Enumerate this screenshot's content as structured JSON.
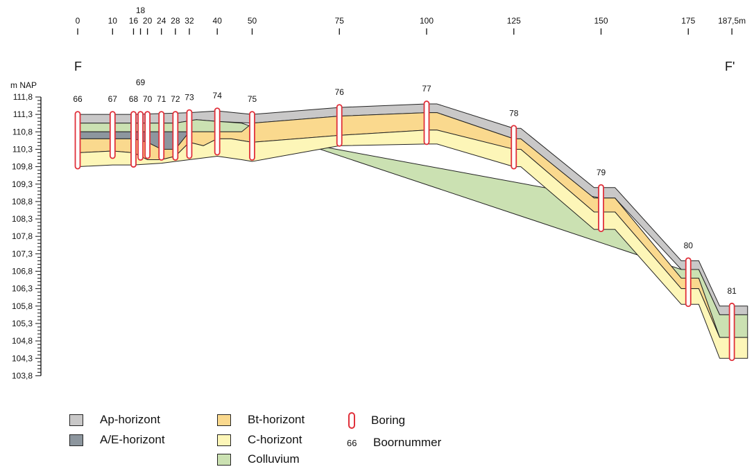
{
  "section": {
    "start_label": "F",
    "end_label": "F'",
    "y_axis_title": "m NAP"
  },
  "distance_ticks": [
    {
      "label": "0",
      "value": 0
    },
    {
      "label": "10",
      "value": 10
    },
    {
      "label": "16",
      "value": 16
    },
    {
      "label": "18",
      "value": 18
    },
    {
      "label": "20",
      "value": 20
    },
    {
      "label": "24",
      "value": 24
    },
    {
      "label": "28",
      "value": 28
    },
    {
      "label": "32",
      "value": 32
    },
    {
      "label": "40",
      "value": 40
    },
    {
      "label": "50",
      "value": 50
    },
    {
      "label": "75",
      "value": 75
    },
    {
      "label": "100",
      "value": 100
    },
    {
      "label": "125",
      "value": 125
    },
    {
      "label": "150",
      "value": 150
    },
    {
      "label": "175",
      "value": 175
    },
    {
      "label": "187,5m",
      "value": 187.5
    }
  ],
  "elevation_ticks": [
    "111,8",
    "111,3",
    "110,8",
    "110,3",
    "109,8",
    "109,3",
    "108,8",
    "108,3",
    "107,8",
    "107,3",
    "106,8",
    "106,3",
    "105,8",
    "105,3",
    "104,8",
    "104,3",
    "103,8"
  ],
  "elevation_range": [
    103.8,
    111.8
  ],
  "layers": [
    {
      "name": "Ap-horizont",
      "color": "#c9c8c8",
      "top": [
        [
          0,
          111.3
        ],
        [
          16,
          111.3
        ],
        [
          32,
          111.35
        ],
        [
          40,
          111.4
        ],
        [
          50,
          111.3
        ],
        [
          75,
          111.5
        ],
        [
          100,
          111.6
        ],
        [
          103,
          111.6
        ],
        [
          125,
          110.9
        ],
        [
          127,
          110.9
        ],
        [
          148,
          109.2
        ],
        [
          150,
          109.2
        ],
        [
          154,
          109.2
        ],
        [
          173,
          107.1
        ],
        [
          178,
          107.1
        ],
        [
          184,
          105.8
        ],
        [
          192,
          105.8
        ]
      ],
      "bottom": [
        [
          0,
          111.05
        ],
        [
          16,
          111.05
        ],
        [
          28,
          111.05
        ],
        [
          34,
          111.15
        ],
        [
          40,
          111.1
        ],
        [
          50,
          111.05
        ],
        [
          75,
          111.25
        ],
        [
          100,
          111.35
        ],
        [
          103,
          111.35
        ],
        [
          125,
          110.6
        ],
        [
          127,
          110.6
        ],
        [
          148,
          108.9
        ],
        [
          150,
          108.9
        ],
        [
          154,
          108.9
        ],
        [
          173,
          106.85
        ],
        [
          178,
          106.85
        ],
        [
          184,
          105.55
        ],
        [
          192,
          105.55
        ]
      ]
    },
    {
      "name": "Colluvium",
      "color": "#cbe1b2",
      "top": [
        [
          0,
          111.05
        ],
        [
          16,
          111.05
        ],
        [
          28,
          111.05
        ],
        [
          34,
          111.15
        ],
        [
          40,
          111.1
        ],
        [
          47,
          111.05
        ],
        [
          173,
          106.85
        ],
        [
          178,
          106.85
        ],
        [
          184,
          105.55
        ],
        [
          192,
          105.55
        ]
      ],
      "bottom": [
        [
          0,
          110.8
        ],
        [
          16,
          110.8
        ],
        [
          28,
          110.8
        ],
        [
          34,
          110.8
        ],
        [
          40,
          110.8
        ],
        [
          47,
          110.8
        ],
        [
          150,
          108.9
        ],
        [
          154,
          108.9
        ],
        [
          173,
          106.6
        ],
        [
          178,
          106.6
        ],
        [
          184,
          104.9
        ],
        [
          192,
          104.9
        ]
      ]
    },
    {
      "name": "A/E-horizont",
      "color": "#8d969e",
      "top": [
        [
          0,
          110.8
        ],
        [
          16,
          110.8
        ],
        [
          22,
          110.8
        ],
        [
          28,
          110.8
        ],
        [
          24,
          110.8
        ]
      ],
      "bottom": [
        [
          0,
          110.6
        ],
        [
          16,
          110.6
        ],
        [
          20,
          110.5
        ],
        [
          24,
          110.3
        ],
        [
          28,
          110.3
        ],
        [
          32,
          110.8
        ]
      ]
    },
    {
      "name": "Bt-horizont",
      "color": "#fad98e",
      "top": [
        [
          0,
          110.6
        ],
        [
          16,
          110.6
        ],
        [
          20,
          110.5
        ],
        [
          24,
          110.3
        ],
        [
          28,
          110.3
        ],
        [
          32,
          110.8
        ],
        [
          40,
          110.8
        ],
        [
          47,
          110.8
        ],
        [
          50,
          111.05
        ],
        [
          75,
          111.25
        ],
        [
          100,
          111.35
        ],
        [
          103,
          111.35
        ],
        [
          125,
          110.6
        ],
        [
          127,
          110.6
        ],
        [
          148,
          108.9
        ],
        [
          150,
          108.9
        ],
        [
          154,
          108.9
        ],
        [
          173,
          106.6
        ],
        [
          178,
          106.6
        ],
        [
          184,
          104.9
        ],
        [
          192,
          104.9
        ]
      ],
      "bottom": [
        [
          0,
          110.2
        ],
        [
          10,
          110.25
        ],
        [
          16,
          110.2
        ],
        [
          20,
          110.0
        ],
        [
          24,
          110.0
        ],
        [
          28,
          110.1
        ],
        [
          32,
          110.5
        ],
        [
          36,
          110.4
        ],
        [
          40,
          110.6
        ],
        [
          44,
          110.6
        ],
        [
          50,
          110.5
        ],
        [
          75,
          110.7
        ],
        [
          100,
          110.85
        ],
        [
          103,
          110.85
        ],
        [
          125,
          110.3
        ],
        [
          127,
          110.3
        ],
        [
          148,
          108.5
        ],
        [
          150,
          108.5
        ],
        [
          154,
          108.5
        ],
        [
          173,
          106.3
        ],
        [
          178,
          106.3
        ],
        [
          184,
          104.9
        ],
        [
          192,
          104.9
        ]
      ]
    },
    {
      "name": "C-horizont",
      "color": "#fdf6b8",
      "top": [
        [
          0,
          110.2
        ],
        [
          10,
          110.25
        ],
        [
          16,
          110.2
        ],
        [
          20,
          110.0
        ],
        [
          24,
          110.0
        ],
        [
          28,
          110.1
        ],
        [
          32,
          110.5
        ],
        [
          36,
          110.4
        ],
        [
          40,
          110.6
        ],
        [
          44,
          110.6
        ],
        [
          50,
          110.5
        ],
        [
          75,
          110.7
        ],
        [
          100,
          110.85
        ],
        [
          103,
          110.85
        ],
        [
          125,
          110.3
        ],
        [
          127,
          110.3
        ],
        [
          148,
          108.5
        ],
        [
          150,
          108.5
        ],
        [
          154,
          108.5
        ],
        [
          173,
          106.3
        ],
        [
          178,
          106.3
        ],
        [
          184,
          104.9
        ],
        [
          192,
          104.9
        ]
      ],
      "bottom": [
        [
          0,
          109.8
        ],
        [
          10,
          109.85
        ],
        [
          16,
          109.85
        ],
        [
          24,
          109.9
        ],
        [
          32,
          110.0
        ],
        [
          40,
          110.1
        ],
        [
          47,
          110.0
        ],
        [
          50,
          109.95
        ],
        [
          75,
          110.4
        ],
        [
          100,
          110.45
        ],
        [
          103,
          110.45
        ],
        [
          125,
          109.8
        ],
        [
          127,
          109.8
        ],
        [
          148,
          108.0
        ],
        [
          150,
          108.0
        ],
        [
          154,
          108.0
        ],
        [
          173,
          105.85
        ],
        [
          178,
          105.85
        ],
        [
          184,
          104.3
        ],
        [
          192,
          104.3
        ]
      ]
    }
  ],
  "borings": [
    {
      "number": "66",
      "distance": 0,
      "top": 111.3,
      "bottom": 109.8
    },
    {
      "number": "67",
      "distance": 10,
      "top": 111.3,
      "bottom": 110.1
    },
    {
      "number": "68",
      "distance": 16,
      "top": 111.3,
      "bottom": 109.85
    },
    {
      "number": "69",
      "distance": 18,
      "top": 111.3,
      "bottom": 110.05
    },
    {
      "number": "70",
      "distance": 20,
      "top": 111.3,
      "bottom": 110.1
    },
    {
      "number": "71",
      "distance": 24,
      "top": 111.3,
      "bottom": 110.05
    },
    {
      "number": "72",
      "distance": 28,
      "top": 111.3,
      "bottom": 110.05
    },
    {
      "number": "73",
      "distance": 32,
      "top": 111.35,
      "bottom": 110.1
    },
    {
      "number": "74",
      "distance": 40,
      "top": 111.4,
      "bottom": 110.2
    },
    {
      "number": "75",
      "distance": 50,
      "top": 111.3,
      "bottom": 110.05
    },
    {
      "number": "76",
      "distance": 75,
      "top": 111.5,
      "bottom": 110.45
    },
    {
      "number": "77",
      "distance": 100,
      "top": 111.6,
      "bottom": 110.5
    },
    {
      "number": "78",
      "distance": 125,
      "top": 110.9,
      "bottom": 109.8
    },
    {
      "number": "79",
      "distance": 150,
      "top": 109.2,
      "bottom": 108.0
    },
    {
      "number": "80",
      "distance": 175,
      "top": 107.1,
      "bottom": 105.85
    },
    {
      "number": "81",
      "distance": 187.5,
      "top": 105.8,
      "bottom": 104.3
    }
  ],
  "legend": {
    "ap": {
      "label": "Ap-horizont",
      "color": "#c9c8c8"
    },
    "ae": {
      "label": "A/E-horizont",
      "color": "#8d969e"
    },
    "bt": {
      "label": "Bt-horizont",
      "color": "#fad98e"
    },
    "c": {
      "label": "C-horizont",
      "color": "#fdf6b8"
    },
    "colluvium": {
      "label": "Colluvium",
      "color": "#cbe1b2"
    },
    "boring": {
      "label": "Boring",
      "color": "#e0303a"
    },
    "boornummer": {
      "example": "66",
      "label": "Boornummer"
    }
  }
}
